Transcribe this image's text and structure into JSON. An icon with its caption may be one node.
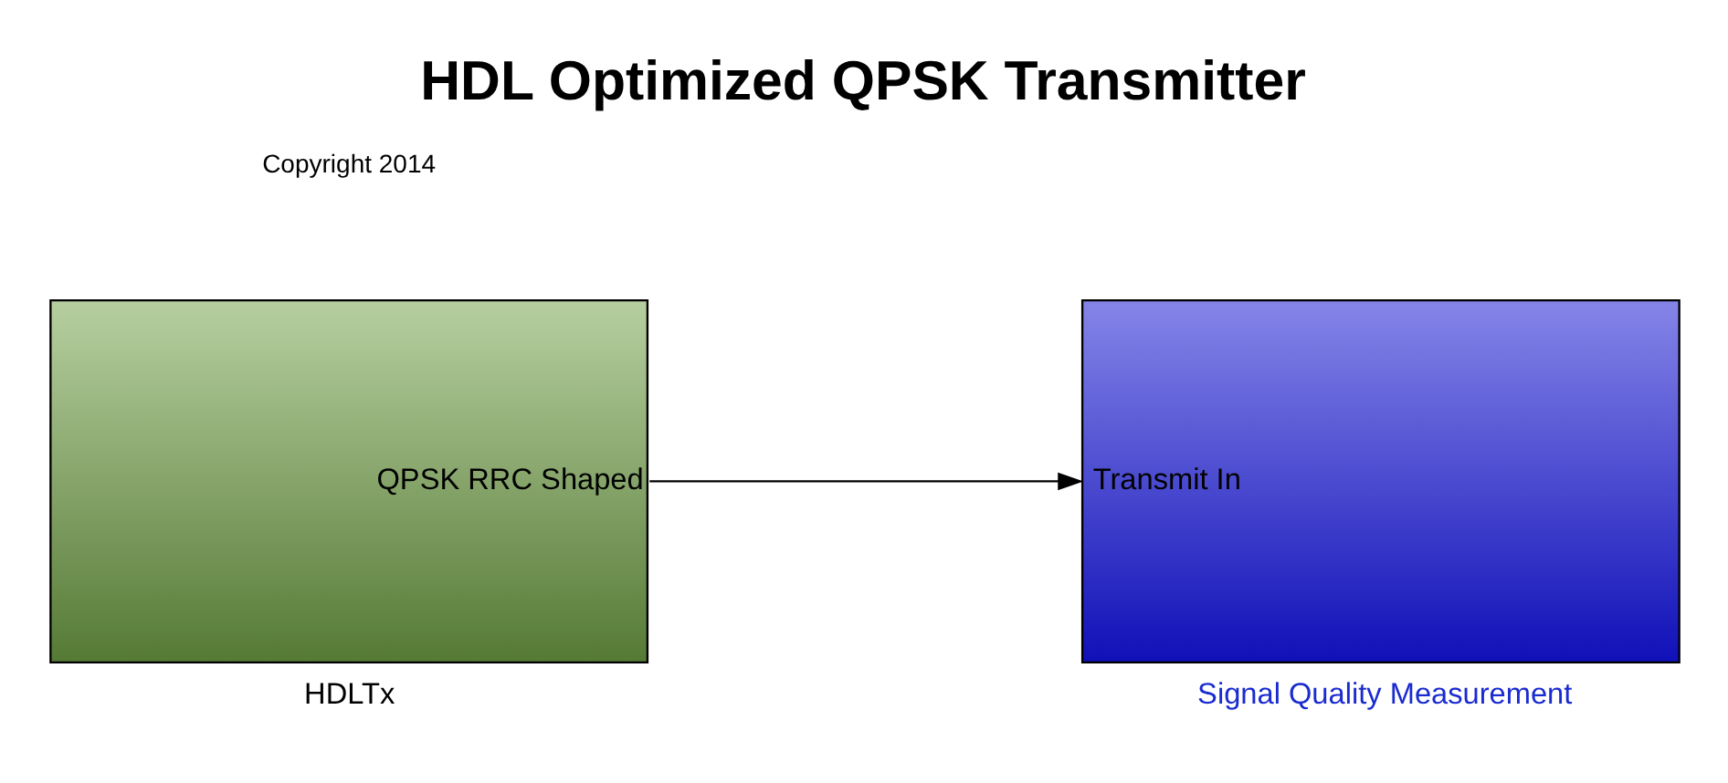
{
  "diagram": {
    "title": "HDL Optimized QPSK Transmitter",
    "nodes": [
      {
        "text": [
          "QPSK RRC Shaped"
        ],
        "beside": [
          "HDLTx"
        ]
      },
      {
        "text": [
          "Transmit In"
        ],
        "beside": [
          "Signal Quality Measurement"
        ]
      }
    ],
    "edges": [
      {
        "from": 0,
        "to": 1,
        "arrow": "to"
      }
    ],
    "labels": [
      "Copyright 2014"
    ]
  }
}
